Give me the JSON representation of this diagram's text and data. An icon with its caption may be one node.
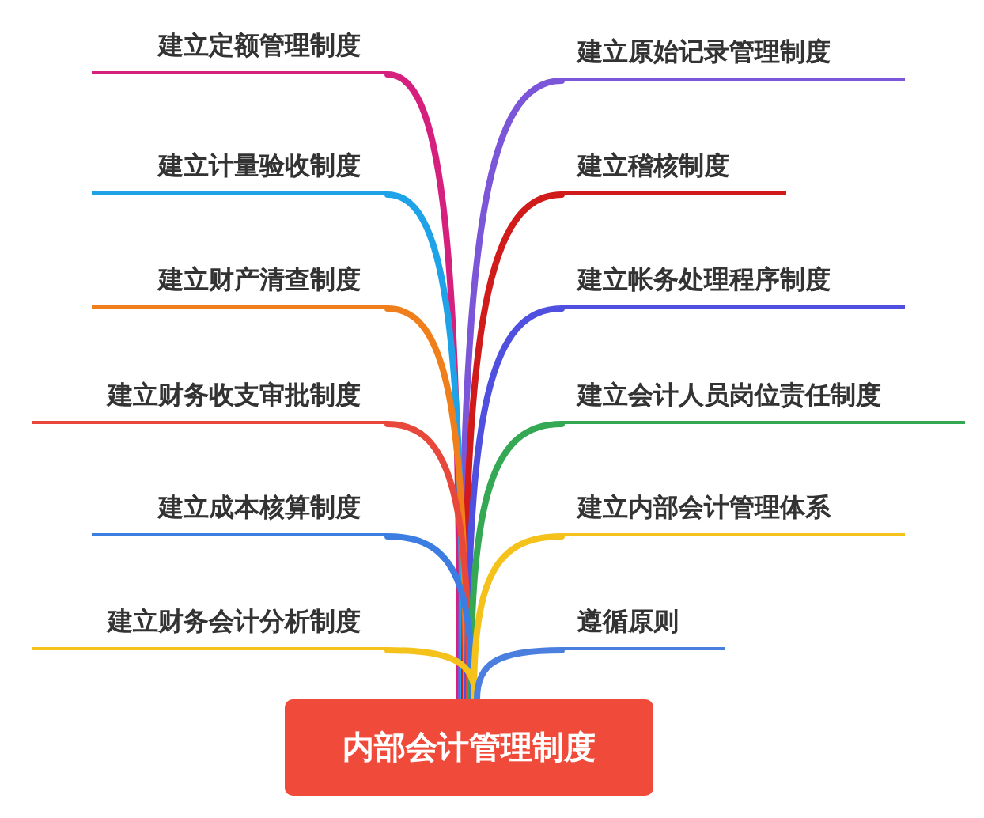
{
  "diagram": {
    "nodes": [
      {
        "text": [
          "建立定额管理制度"
        ]
      },
      {
        "text": [
          "建立原始记录管理制度"
        ]
      },
      {
        "text": [
          "建立计量验收制度"
        ]
      },
      {
        "text": [
          "建立稽核制度"
        ]
      },
      {
        "text": [
          "建立财产清查制度"
        ]
      },
      {
        "text": [
          "建立帐务处理程序制度"
        ]
      },
      {
        "text": [
          "建立财务收支审批制度"
        ]
      },
      {
        "text": [
          "建立会计人员岗位责任制度"
        ]
      },
      {
        "text": [
          "建立成本核算制度"
        ]
      },
      {
        "text": [
          "建立内部会计管理体系"
        ]
      },
      {
        "text": [
          "建立财务会计分析制度"
        ]
      },
      {
        "text": [
          "遵循原则"
        ]
      },
      {
        "text": [
          "内部会计管理制度"
        ]
      }
    ],
    "edges": [
      {
        "from": 12,
        "to": 0,
        "arrow": "none",
        "color": "#d6207e"
      },
      {
        "from": 12,
        "to": 1,
        "arrow": "none",
        "color": "#7b56d8"
      },
      {
        "from": 12,
        "to": 2,
        "arrow": "none",
        "color": "#1fa3e8"
      },
      {
        "from": 12,
        "to": 3,
        "arrow": "none",
        "color": "#d11b1b"
      },
      {
        "from": 12,
        "to": 4,
        "arrow": "none",
        "color": "#f07f1b"
      },
      {
        "from": 12,
        "to": 5,
        "arrow": "none",
        "color": "#5050e0"
      },
      {
        "from": 12,
        "to": 6,
        "arrow": "none",
        "color": "#e8473c"
      },
      {
        "from": 12,
        "to": 7,
        "arrow": "none",
        "color": "#35a853"
      },
      {
        "from": 12,
        "to": 8,
        "arrow": "none",
        "color": "#3b7de0"
      },
      {
        "from": 12,
        "to": 9,
        "arrow": "none",
        "color": "#f5c21b"
      },
      {
        "from": 12,
        "to": 10,
        "arrow": "none",
        "color": "#f5c21b"
      },
      {
        "from": 12,
        "to": 11,
        "arrow": "none",
        "color": "#4a7fe0"
      }
    ]
  }
}
